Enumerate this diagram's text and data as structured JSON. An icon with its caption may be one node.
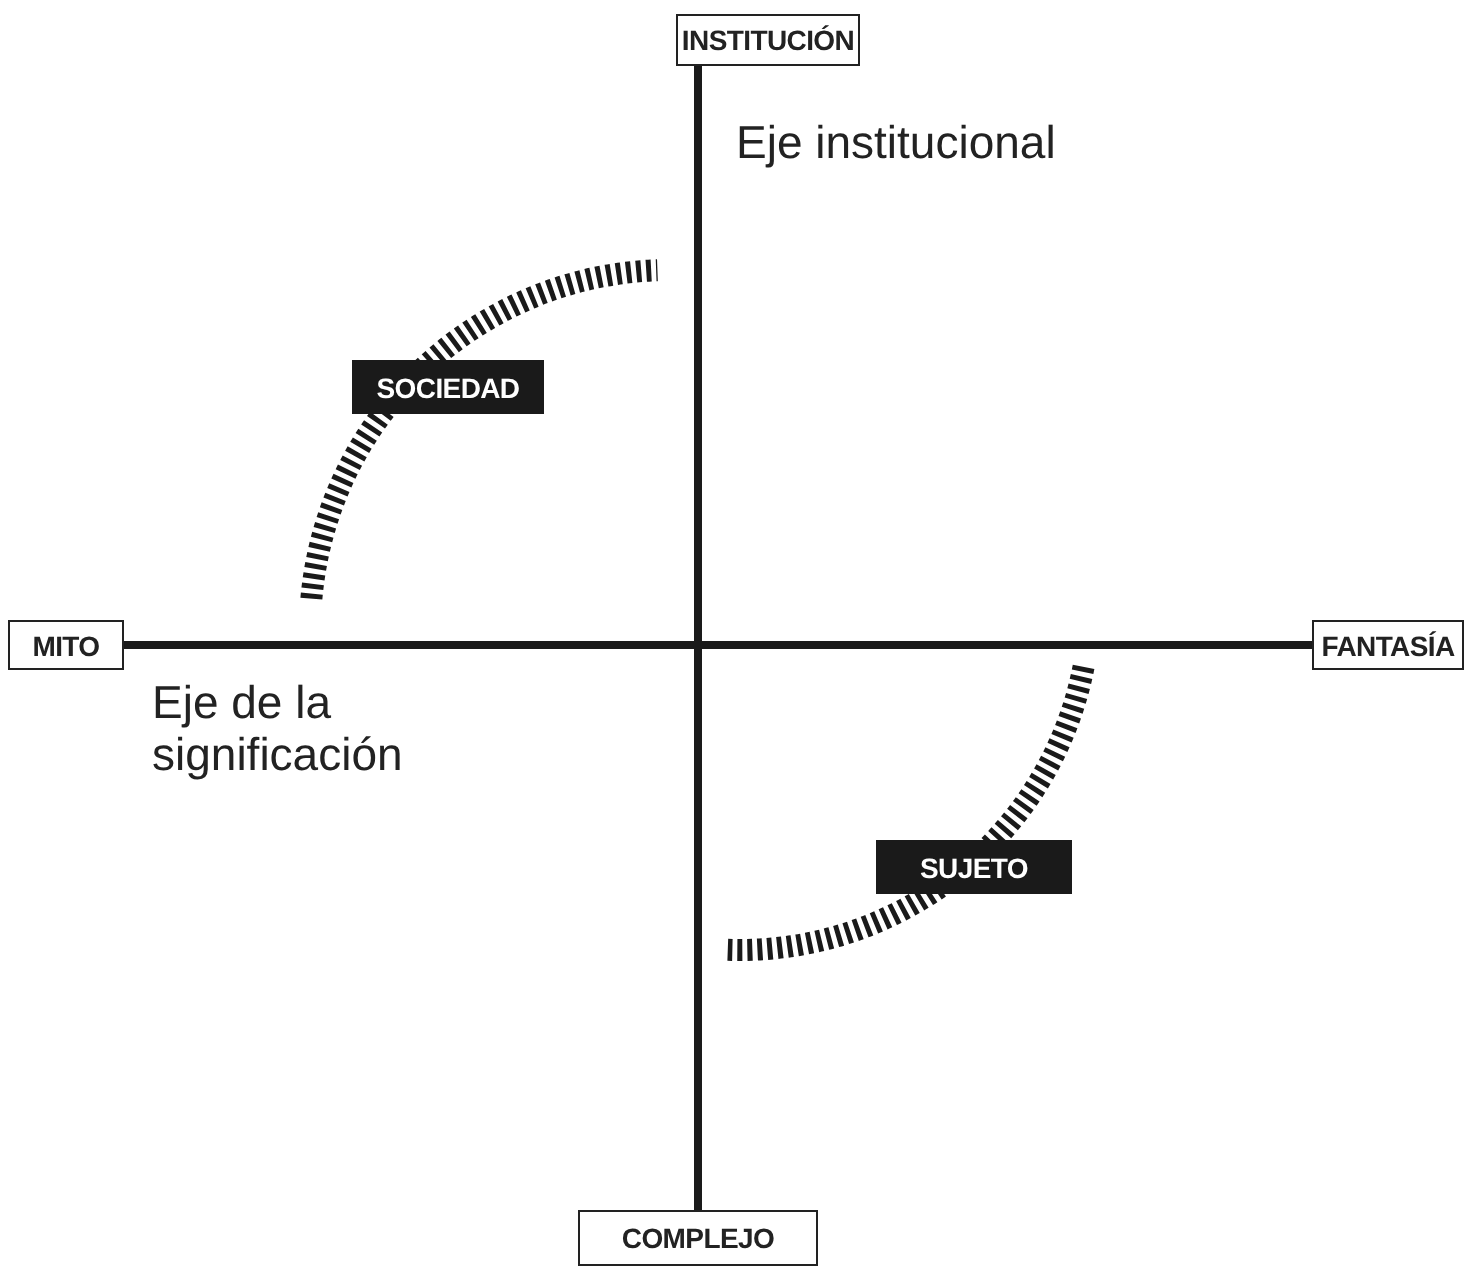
{
  "diagram": {
    "nodes": [
      {
        "text": [
          "INSTITUCIÓN"
        ]
      },
      {
        "text": [
          "MITO"
        ]
      },
      {
        "text": [
          "FANTASÍA"
        ]
      },
      {
        "text": [
          "COMPLEJO"
        ]
      },
      {
        "text": [
          "SOCIEDAD"
        ]
      },
      {
        "text": [
          "SUJETO"
        ]
      }
    ],
    "edges": [
      {
        "from": 0,
        "to": 3,
        "arrow": "none"
      },
      {
        "from": 1,
        "to": 2,
        "arrow": "none"
      }
    ],
    "labels": [
      "Eje institucional",
      "Eje de la significación"
    ]
  }
}
